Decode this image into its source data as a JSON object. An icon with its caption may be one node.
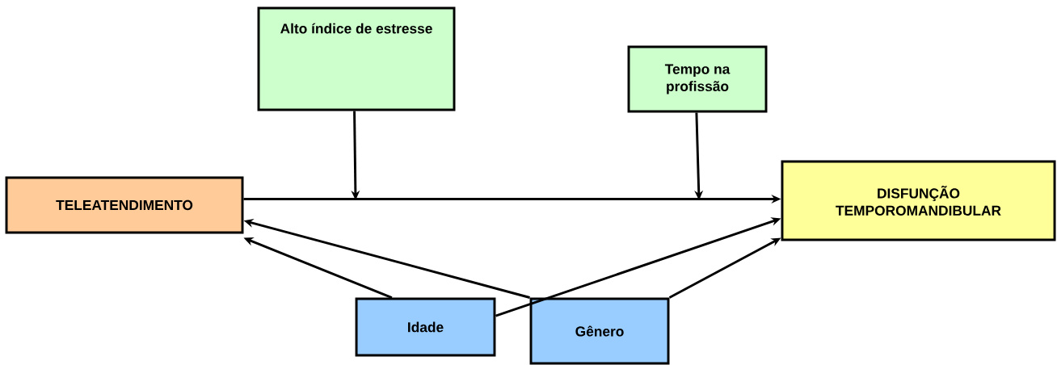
{
  "diagram": {
    "nodes": [
      {
        "text": [
          "TELEATENDIMENTO"
        ]
      },
      {
        "text": [
          "Alto índice de estresse"
        ]
      },
      {
        "text": [
          "Tempo na profissão"
        ]
      },
      {
        "text": [
          "DISFUNÇÃO TEMPOROMANDIBULAR"
        ]
      },
      {
        "text": [
          "Idade"
        ]
      },
      {
        "text": [
          "Gênero"
        ]
      }
    ],
    "edges": [
      {
        "from": 0,
        "to": 3,
        "arrow": "to"
      },
      {
        "from": 1,
        "to": null,
        "arrow": "to"
      },
      {
        "from": 2,
        "to": null,
        "arrow": "to"
      },
      {
        "from": 4,
        "to": 0,
        "arrow": "to"
      },
      {
        "from": 5,
        "to": 0,
        "arrow": "to"
      },
      {
        "from": 4,
        "to": 3,
        "arrow": "to"
      },
      {
        "from": 5,
        "to": 3,
        "arrow": "to"
      }
    ]
  }
}
